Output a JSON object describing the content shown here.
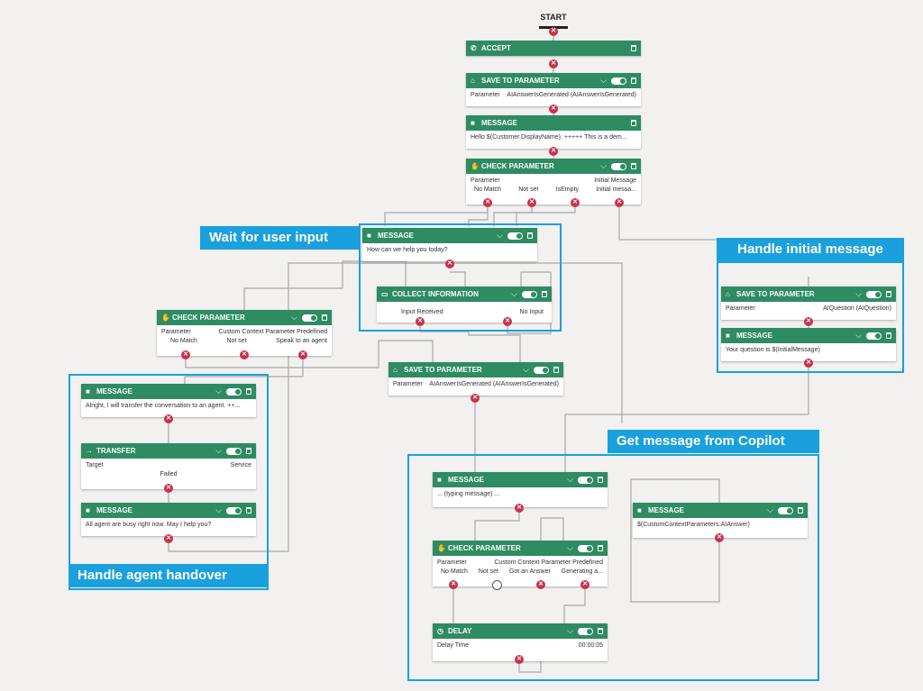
{
  "start": {
    "label": "START"
  },
  "groups": {
    "wait": "Wait for user input",
    "initial": "Handle initial message",
    "copilot": "Get message from Copilot",
    "handover": "Handle agent handover"
  },
  "nodes": {
    "accept": {
      "title": "ACCEPT"
    },
    "save1": {
      "title": "SAVE TO PARAMETER",
      "k": "Parameter",
      "v": "AIAnswerIsGenerated (AIAnswerIsGenerated)"
    },
    "msg1": {
      "title": "MESSAGE",
      "text": "Hello $(Customer.DisplayName). +++++ This is a dem..."
    },
    "check1": {
      "title": "CHECK PARAMETER",
      "k": "Parameter",
      "v": "Initial Message",
      "o1": "No Match",
      "o2": "Not set",
      "o3": "IsEmpty",
      "o4": "Initial messa..."
    },
    "msg2": {
      "title": "MESSAGE",
      "text": "How can we help you today?"
    },
    "collect": {
      "title": "COLLECT INFORMATION",
      "o1": "Input Received",
      "o2": "No Input"
    },
    "check2": {
      "title": "CHECK PARAMETER",
      "k": "Parameter",
      "v": "Custom Context Parameter Predefined",
      "o1": "No Match",
      "o2": "Not set",
      "o3": "Speak to an agent"
    },
    "save2": {
      "title": "SAVE TO PARAMETER",
      "k": "Parameter",
      "v": "AIAnswerIsGenerated (AIAnswerIsGenerated)"
    },
    "save3": {
      "title": "SAVE TO PARAMETER",
      "k": "Parameter",
      "v": "AIQuestion (AIQuestion)"
    },
    "msg3": {
      "title": "MESSAGE",
      "text": "Your question is $(InitialMessage)"
    },
    "msg4": {
      "title": "MESSAGE",
      "text": "Alright, I will transfer the conversation to an agent. ++..."
    },
    "transfer": {
      "title": "TRANSFER",
      "k": "Target",
      "v": "Service",
      "o1": "Failed"
    },
    "msg5": {
      "title": "MESSAGE",
      "text": "All agent are busy right now. May I help you?"
    },
    "msg6": {
      "title": "MESSAGE",
      "text": "... (typing message) ..."
    },
    "msg7": {
      "title": "MESSAGE",
      "text": "$(CustomContextParameters.AIAnswer)"
    },
    "check3": {
      "title": "CHECK PARAMETER",
      "k": "Parameter",
      "v": "Custom Context Parameter Predefined",
      "o1": "No Match",
      "o2": "Not set",
      "o3": "Got an Answer",
      "o4": "Generating a..."
    },
    "delay": {
      "title": "DELAY",
      "k": "Delay Time",
      "v": "00:00:05"
    }
  },
  "icons": {
    "message": "chat-bubble-icon",
    "save": "tag-icon",
    "check": "hand-icon",
    "collect": "form-icon",
    "transfer": "arrow-right-icon",
    "delay": "clock-icon",
    "accept": "phone-icon"
  },
  "colors": {
    "header": "#2e8b62",
    "group": "#1aa0dd",
    "error": "#c8324b",
    "background": "#f2f1f0"
  }
}
